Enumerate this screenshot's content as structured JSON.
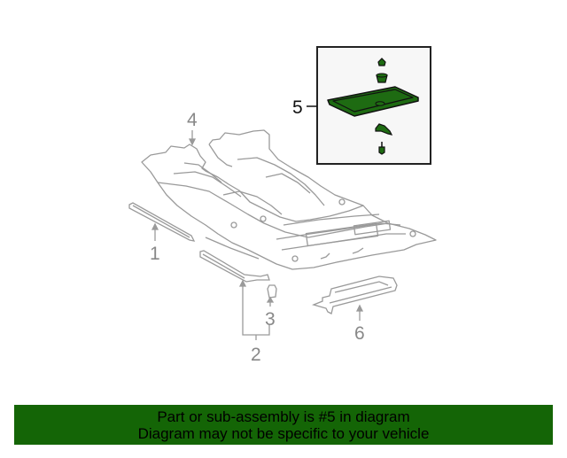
{
  "diagram": {
    "callouts": [
      {
        "number": "1",
        "part": "floor-side-rail-left"
      },
      {
        "number": "2",
        "part": "floor-side-rail-right"
      },
      {
        "number": "3",
        "part": "clip"
      },
      {
        "number": "4",
        "part": "floor-pan"
      },
      {
        "number": "5",
        "part": "highlighted-sub-assembly-plate"
      },
      {
        "number": "6",
        "part": "rear-cross-member"
      }
    ],
    "highlight": {
      "callout": "5",
      "fill_color": "#1e6b12",
      "box_fill": "#f7f7f7",
      "box_border": "#222222"
    },
    "line_color": "#9a9a9a"
  },
  "banner": {
    "line1": "Part or sub-assembly is #5 in diagram",
    "line2": "Diagram may not be specific to your vehicle",
    "background": "#146506"
  }
}
